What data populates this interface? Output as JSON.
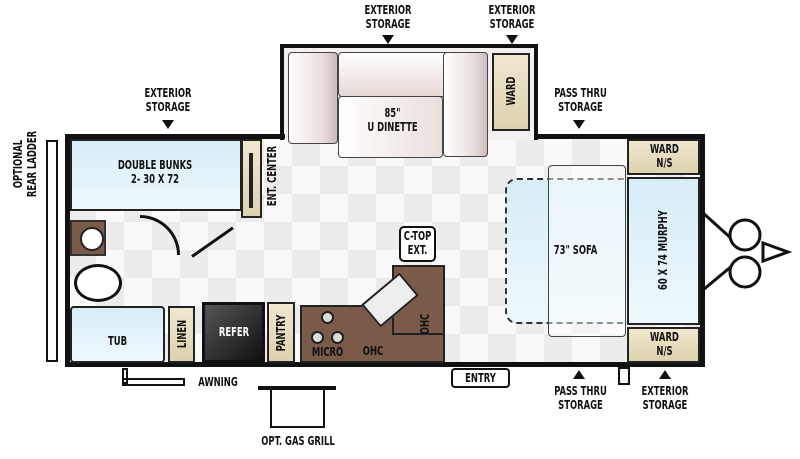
{
  "labels": {
    "ext_storage_top1": "EXTERIOR\nSTORAGE",
    "ext_storage_top2": "EXTERIOR\nSTORAGE",
    "ext_storage_left": "EXTERIOR\nSTORAGE",
    "pass_thru_top": "PASS THRU\nSTORAGE",
    "ladder": "OPTIONAL\nREAR LADDER",
    "bunks": "DOUBLE BUNKS\n2- 30 X 72",
    "ent_center": "ENT. CENTER",
    "dinette": "85\"\nU DINETTE",
    "ward_slide": "WARD",
    "ctop": "C-TOP\nEXT.",
    "sofa": "73\" SOFA",
    "murphy": "60 X 74 MURPHY",
    "ward_ns_top": "WARD\nN/S",
    "ward_ns_bottom": "WARD\nN/S",
    "tub": "TUB",
    "linen": "LINEN",
    "refer": "REFER",
    "pantry": "PANTRY",
    "micro": "MICRO",
    "ohc1": "OHC",
    "ohc2": "OHC",
    "awning": "AWNING",
    "entry": "ENTRY",
    "pass_thru_bottom": "PASS THRU\nSTORAGE",
    "ext_storage_bottom": "EXTERIOR\nSTORAGE",
    "grill": "OPT. GAS GRILL"
  }
}
